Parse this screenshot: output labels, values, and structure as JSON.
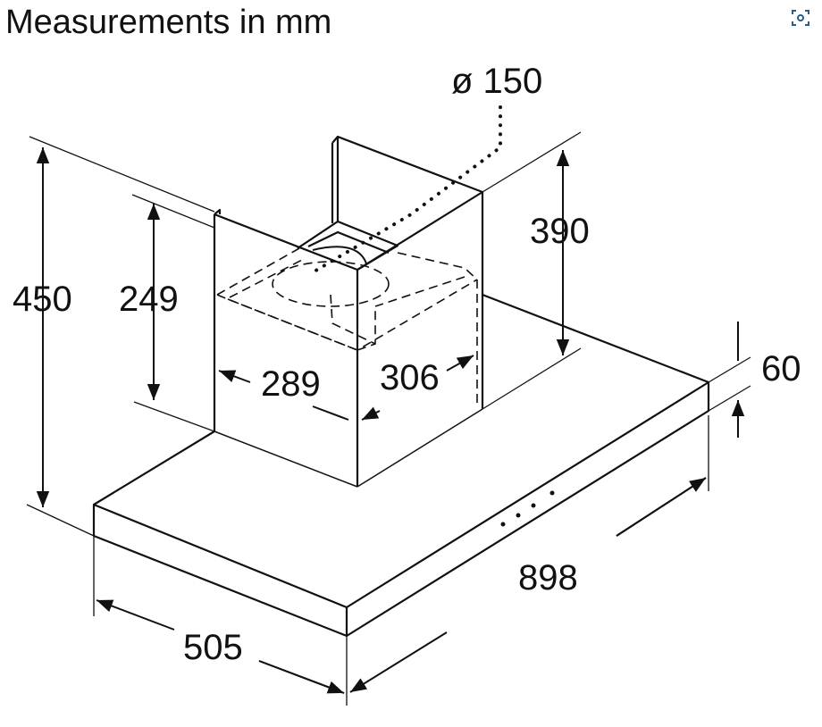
{
  "title": "Measurements in mm",
  "icons": {
    "lens": "image-search-icon"
  },
  "dimensions": {
    "duct_diameter": "ø 150",
    "total_height": "450",
    "chimney_height": "249",
    "chimney_depth_top": "390",
    "canopy_height": "60",
    "chimney_width": "289",
    "chimney_depth": "306",
    "width": "898",
    "depth": "505"
  },
  "colors": {
    "line": "#111111",
    "icon": "#2a5d8a"
  }
}
